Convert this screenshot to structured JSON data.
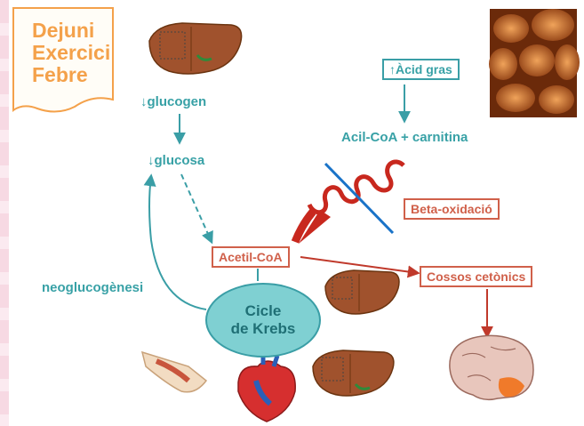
{
  "note": {
    "lines": [
      "Dejuni",
      "Exercici",
      "Febre"
    ]
  },
  "nodes": {
    "acid_gras_arrow": "↑",
    "acid_gras": "Àcid gras",
    "acil_coa": "Acil-CoA + carnitina",
    "beta_oxidacio": "Beta-oxidació",
    "glucogen": "↓glucogen",
    "glucosa": "↓glucosa",
    "acetil_coa": "Acetil-CoA",
    "cossos_cetonics": "Cossos cetònics",
    "neoglucogenesi": "neoglucogènesi",
    "krebs_line1": "Cicle",
    "krebs_line2": "de Krebs"
  },
  "colors": {
    "teal": "#3a9ea6",
    "red": "#d0604a",
    "orange": "#f4a14a",
    "krebs_fill": "#7fd0d2"
  }
}
